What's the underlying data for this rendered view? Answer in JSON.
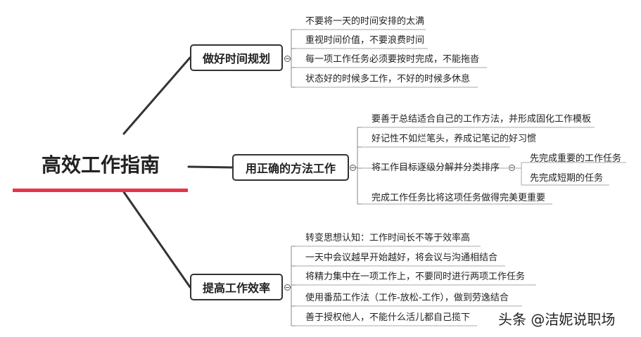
{
  "root": {
    "title": "高效工作指南"
  },
  "branches": [
    {
      "label": "做好时间规划",
      "items": [
        "不要将一天的时间安排的太满",
        "重视时间价值，不要浪费时间",
        "每一项工作任务必须要按时完成，不能拖沓",
        "状态好的时候多工作，不好的时候多休息"
      ]
    },
    {
      "label": "用正确的方法工作",
      "items": [
        "要善于总结适合自己的工作方法，并形成固化工作模板",
        "好记性不如烂笔头，养成记笔记的好习惯",
        "将工作目标逐级分解并分类排序",
        "完成工作任务比将这项任务做得完美更重要"
      ],
      "sub_items": [
        "先完成重要的工作任务",
        "先完成短期的任务"
      ]
    },
    {
      "label": "提高工作效率",
      "items": [
        "转变思想认知：工作时间长不等于效率高",
        "一天中会议越早开始越好，将会议与沟通相结合",
        "将精力集中在一项工作上，不要同时进行两项工作任务",
        "使用番茄工作法（工作-放松-工作），做到劳逸结合",
        "善于授权他人，不能什么活儿都自己揽下"
      ]
    }
  ],
  "watermark": "头条 @洁妮说职场",
  "colors": {
    "accent": "#e8334a",
    "line": "#333333",
    "leaf_underline": "#aaaaaa"
  }
}
